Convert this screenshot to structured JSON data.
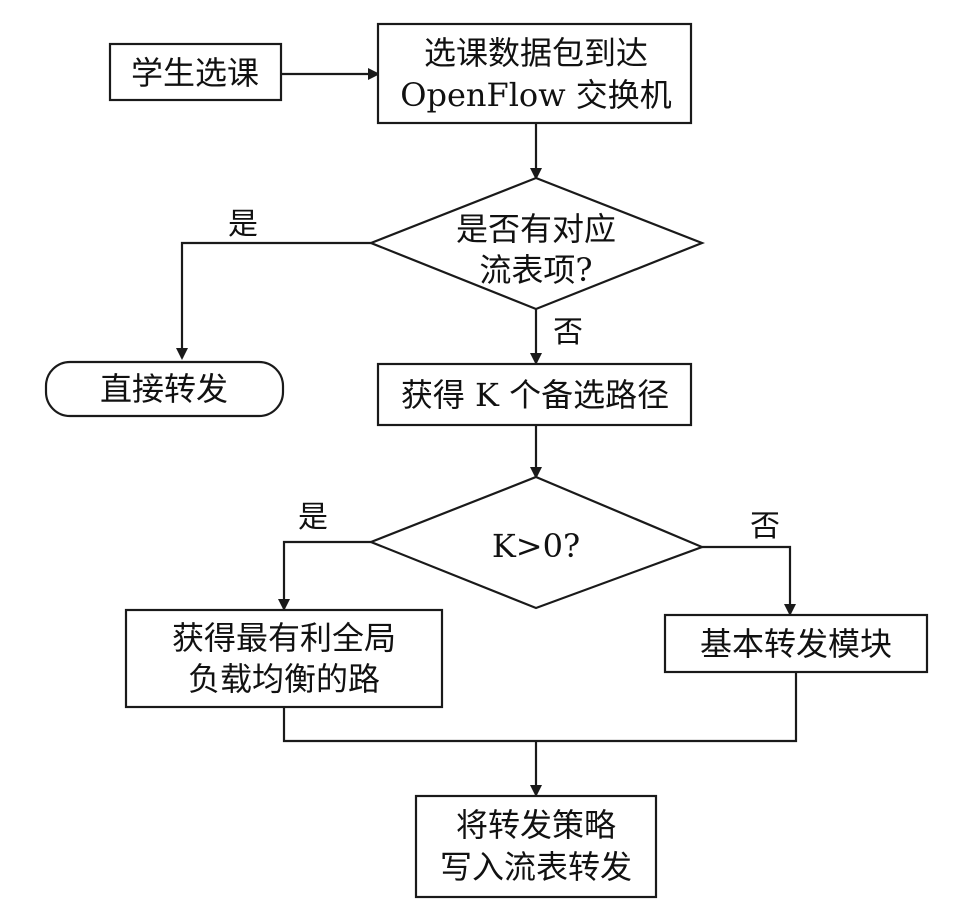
{
  "nodes": {
    "student_select": {
      "text": "学生选课"
    },
    "packet_arrive": {
      "line1": "选课数据包到达",
      "line2": "OpenFlow 交换机"
    },
    "has_flow_entry": {
      "line1": "是否有对应",
      "line2": "流表项?"
    },
    "direct_forward": {
      "text": "直接转发"
    },
    "get_k_paths": {
      "text": "获得 K 个备选路径"
    },
    "k_positive": {
      "text": "K>0?"
    },
    "best_lb_path": {
      "line1": "获得最有利全局",
      "line2": "负载均衡的路"
    },
    "basic_forward": {
      "text": "基本转发模块"
    },
    "write_flow": {
      "line1": "将转发策略",
      "line2": "写入流表转发"
    }
  },
  "edges": {
    "flow_yes": "是",
    "flow_no": "否",
    "k_yes": "是",
    "k_no": "否"
  }
}
